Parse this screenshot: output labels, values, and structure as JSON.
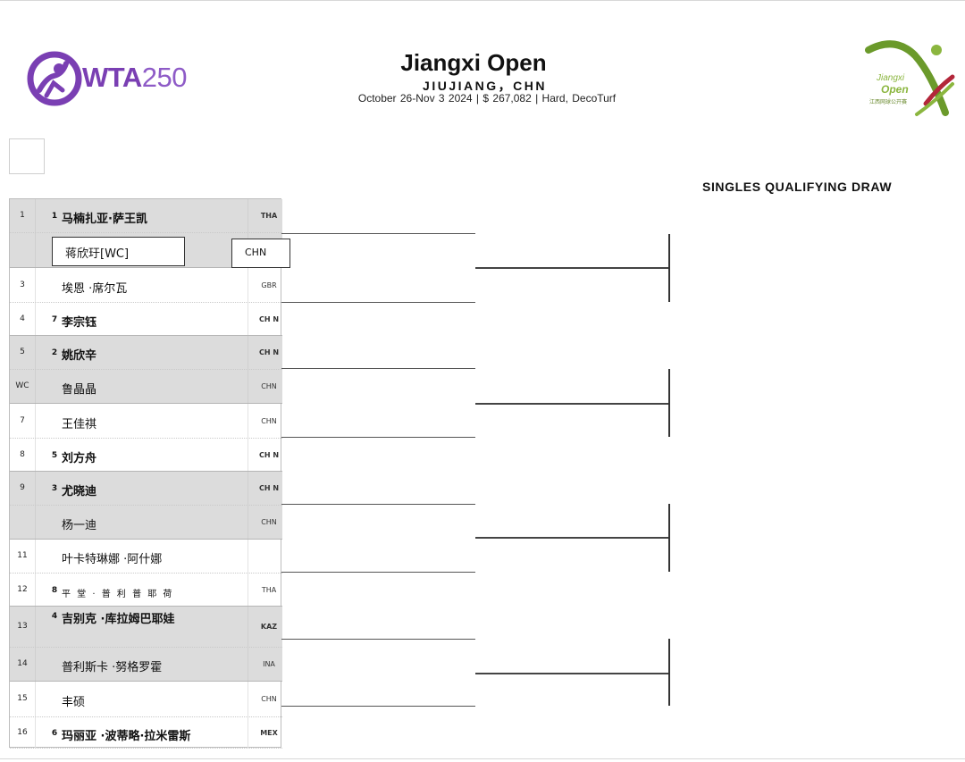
{
  "header": {
    "wta_logo": "WTA250",
    "wta_logo_main": "WTA",
    "wta_logo_num": "250",
    "event_logo_line1": "Jiangxi",
    "event_logo_line2": "Open",
    "event_logo_line3": "江西网球公开赛",
    "title": "Jiangxi Open",
    "location": "JIUJIANG，CHN",
    "details": "October 26-Nov 3 2024  |  $ 267,082  |  Hard,  DecoTurf",
    "draw_title": "SINGLES QUALIFYING  DRAW"
  },
  "draw": {
    "rows": [
      {
        "pos": "1",
        "seed": "1",
        "name": "马楠扎亚·萨王凯",
        "nat": "THA",
        "bold": true
      },
      {
        "pos": "",
        "seed": "",
        "name": "",
        "nat": "",
        "bold": false
      },
      {
        "pos": "3",
        "seed": "",
        "name": "埃恩 ·席尔瓦",
        "nat": "GBR",
        "bold": false
      },
      {
        "pos": "4",
        "seed": "7",
        "name": "李宗钰",
        "nat": "CH N",
        "bold": true
      },
      {
        "pos": "5",
        "seed": "2",
        "name": "姚欣辛",
        "nat": "CH N",
        "bold": true
      },
      {
        "pos": "WC",
        "seed": "",
        "name": "鲁晶晶",
        "nat": "CHN",
        "bold": false
      },
      {
        "pos": "7",
        "seed": "",
        "name": "王佳祺",
        "nat": "CHN",
        "bold": false
      },
      {
        "pos": "8",
        "seed": "5",
        "name": "刘方舟",
        "nat": "CH N",
        "bold": true
      },
      {
        "pos": "9",
        "seed": "3",
        "name": "尤晓迪",
        "nat": "CH N",
        "bold": true
      },
      {
        "pos": "",
        "seed": "",
        "name": "杨一迪",
        "nat": "CHN",
        "bold": false
      },
      {
        "pos": "11",
        "seed": "",
        "name": "叶卡特琳娜 ·阿什娜",
        "nat": "",
        "bold": false
      },
      {
        "pos": "12",
        "seed": "8",
        "name": "平 堂 · 普 利 普 耶 荷",
        "nat": "THA",
        "bold": false
      },
      {
        "pos": "13",
        "seed": "4",
        "name": "吉别克 ·库拉姆巴耶娃",
        "nat": "KAZ",
        "bold": true
      },
      {
        "pos": "14",
        "seed": "",
        "name": "普利斯卡 ·努格罗霍",
        "nat": "INA",
        "bold": false
      },
      {
        "pos": "15",
        "seed": "",
        "name": "丰硕",
        "nat": "CHN",
        "bold": false
      },
      {
        "pos": "16",
        "seed": "6",
        "name": "玛丽亚 ·波蒂略·拉米雷斯",
        "nat": "MEX",
        "bold": true
      }
    ],
    "highlight_name": "蒋欣玗[WC]",
    "highlight_nat": "CHN"
  },
  "colors": {
    "shade": "#dcdcdc",
    "wta_purple": "#7a3fb3",
    "event_green": "#8bb63f"
  }
}
